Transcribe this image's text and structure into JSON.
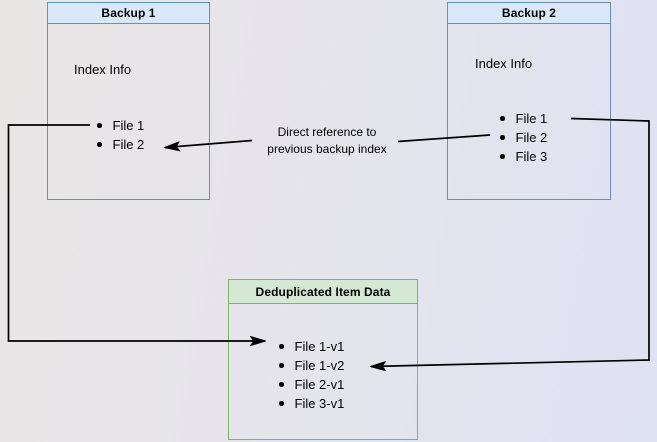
{
  "diagram": {
    "backup1": {
      "title": "Backup 1",
      "subtitle": "Index Info",
      "items": [
        "File 1",
        "File 2"
      ]
    },
    "backup2": {
      "title": "Backup 2",
      "subtitle": "Index Info",
      "items": [
        "File 1",
        "File 2",
        "File 3"
      ]
    },
    "dedup": {
      "title": "Deduplicated Item Data",
      "items": [
        "File 1-v1",
        "File 1-v2",
        "File 2-v1",
        "File 3-v1"
      ]
    },
    "connector": {
      "label": "Direct reference to\nprevious backup index"
    }
  },
  "colors": {
    "bg_start": "#e9e6e5",
    "bg_mid": "#e5e4ec",
    "bg_end": "#dfe2f3",
    "blue_fill": "#dae8fc",
    "blue_border": "#6c8ebf",
    "green_fill": "#d5e8d4",
    "green_border": "#82b366",
    "arrow": "#000000",
    "text": "#000000"
  }
}
